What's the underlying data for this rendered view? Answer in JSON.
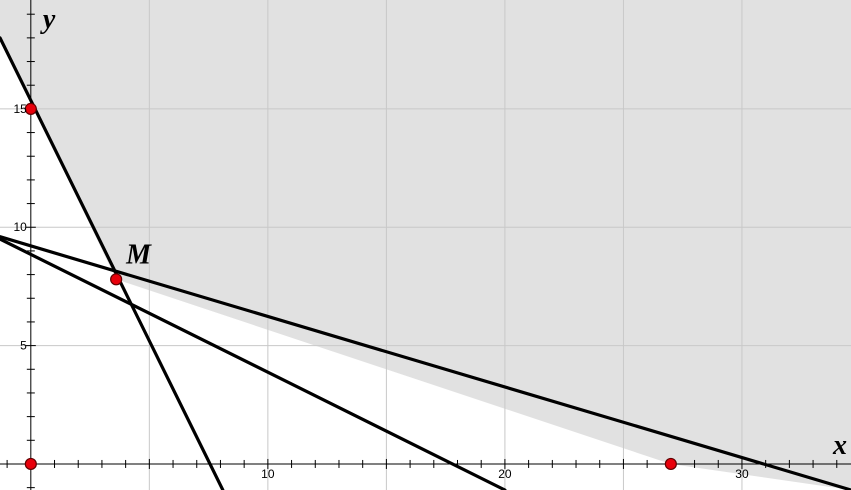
{
  "chart_data": {
    "type": "line",
    "title": "",
    "xlabel": "x",
    "ylabel": "y",
    "xlim": [
      -1.3,
      34.6
    ],
    "ylim": [
      -1.1,
      19.6
    ],
    "grid": true,
    "x_ticks": [
      {
        "value": 10,
        "label": "10"
      },
      {
        "value": 20,
        "label": "20"
      },
      {
        "value": 30,
        "label": "30"
      }
    ],
    "y_ticks": [
      {
        "value": 5,
        "label": "5"
      },
      {
        "value": 10,
        "label": "10"
      },
      {
        "value": 15,
        "label": "15"
      }
    ],
    "lines": [
      {
        "id": "line-a",
        "x": [
          -1.3,
          8.1
        ],
        "y": [
          18.0,
          -1.1
        ]
      },
      {
        "id": "line-b",
        "x": [
          -1.3,
          34.6
        ],
        "y": [
          9.6,
          -1.1
        ]
      },
      {
        "id": "line-c",
        "x": [
          -1.3,
          20.0
        ],
        "y": [
          9.5,
          -1.1
        ]
      }
    ],
    "points": [
      {
        "label": "",
        "x": 0,
        "y": 15
      },
      {
        "label": "M",
        "x": 3.6,
        "y": 7.8
      },
      {
        "label": "",
        "x": 27,
        "y": 0
      },
      {
        "label": "",
        "x": 0,
        "y": 0
      }
    ],
    "shaded_region": [
      [
        -1.3,
        19.6
      ],
      [
        -1.3,
        18.0
      ],
      [
        3.6,
        7.8
      ],
      [
        27,
        0
      ],
      [
        34.6,
        -1.1
      ],
      [
        34.6,
        19.6
      ]
    ],
    "colors": {
      "shade": "#e1e1e1",
      "grid": "#c8c8c8",
      "line": "#000000",
      "point_fill": "#e8000b",
      "point_stroke": "#600000"
    }
  }
}
